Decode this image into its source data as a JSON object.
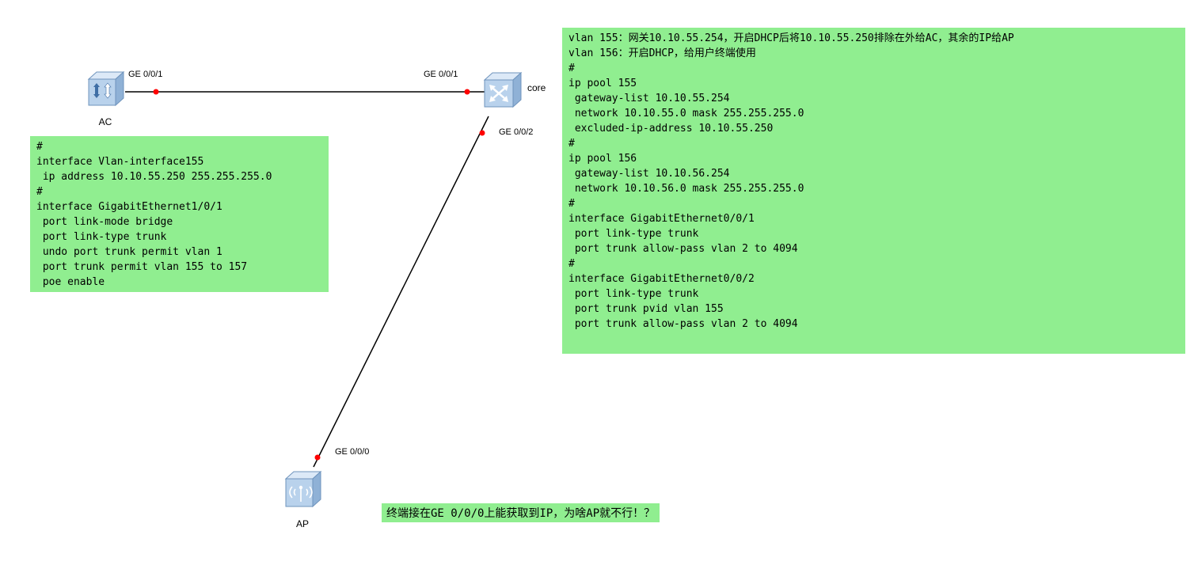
{
  "devices": {
    "ac": {
      "label": "AC"
    },
    "core": {
      "label": "core"
    },
    "ap": {
      "label": "AP"
    }
  },
  "ports": {
    "ac_ge_0_0_1": "GE 0/0/1",
    "core_ge_0_0_1": "GE 0/0/1",
    "core_ge_0_0_2": "GE 0/0/2",
    "ap_ge_0_0_0": "GE 0/0/0"
  },
  "notes": {
    "ac_config": "#\ninterface Vlan-interface155\n ip address 10.10.55.250 255.255.255.0\n#\ninterface GigabitEthernet1/0/1\n port link-mode bridge\n port link-type trunk\n undo port trunk permit vlan 1\n port trunk permit vlan 155 to 157\n poe enable",
    "core_config": "vlan 155：网关10.10.55.254，开启DHCP后将10.10.55.250排除在外给AC，其余的IP给AP\nvlan 156：开启DHCP，给用户终端使用\n#\nip pool 155\n gateway-list 10.10.55.254\n network 10.10.55.0 mask 255.255.255.0\n excluded-ip-address 10.10.55.250\n#\nip pool 156\n gateway-list 10.10.56.254\n network 10.10.56.0 mask 255.255.255.0\n#\ninterface GigabitEthernet0/0/1\n port link-type trunk\n port trunk allow-pass vlan 2 to 4094\n#\ninterface GigabitEthernet0/0/2\n port link-type trunk\n port trunk pvid vlan 155\n port trunk allow-pass vlan 2 to 4094",
    "question": "终端接在GE 0/0/0上能获取到IP，为啥AP就不行！？"
  },
  "colors": {
    "note_background": "#90ee90",
    "link_line": "#000000",
    "endpoint_dot": "#ff0000",
    "device_fill": "#b9d2ec",
    "device_edge": "#6f94bd"
  }
}
